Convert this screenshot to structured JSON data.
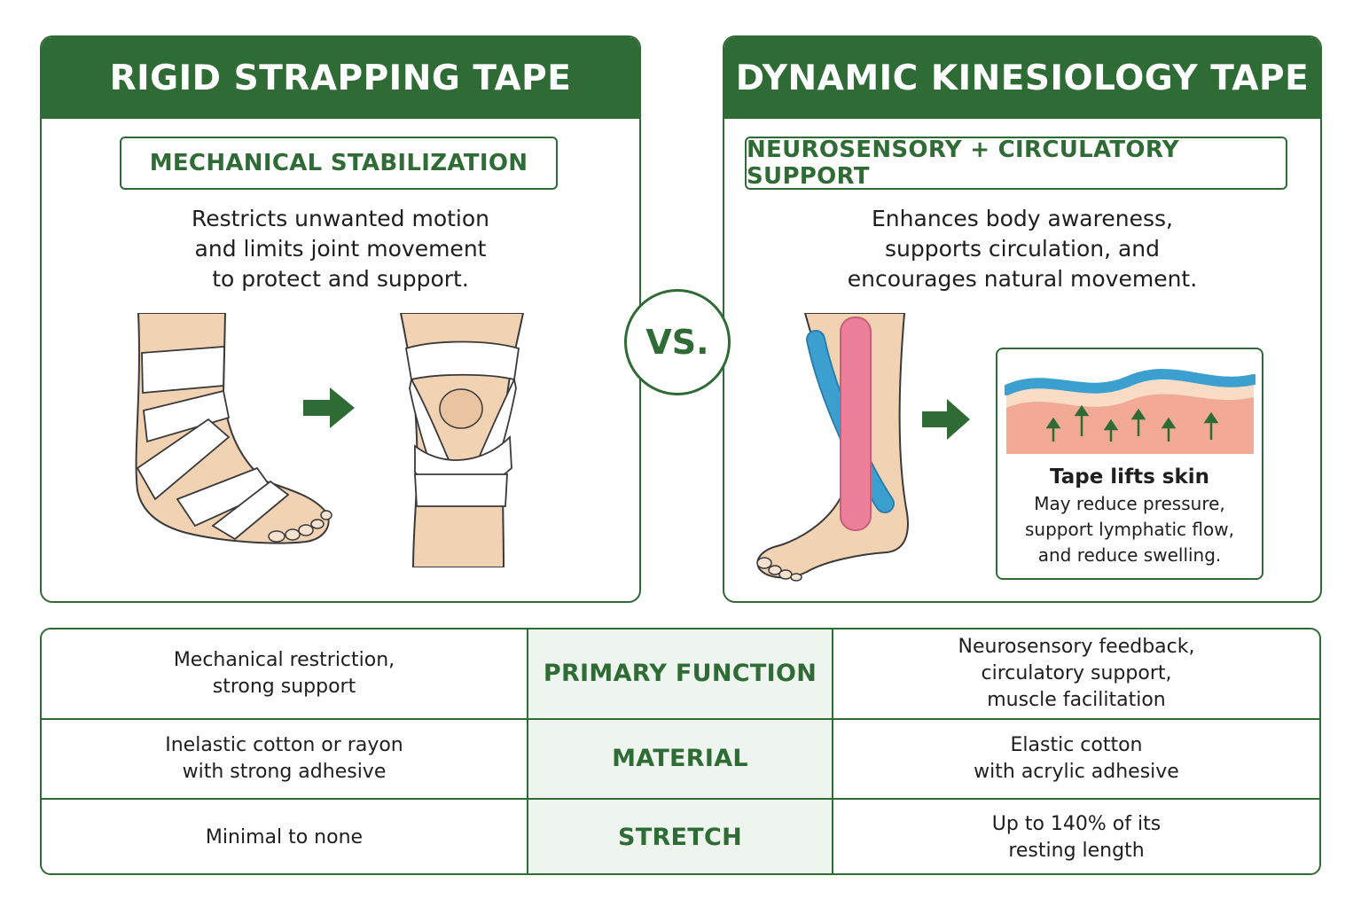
{
  "left_panel": {
    "title": "RIGID STRAPPING TAPE",
    "subtitle": "MECHANICAL STABILIZATION",
    "description": [
      "Restricts unwanted motion",
      "and limits joint movement",
      "to protect and support."
    ]
  },
  "vs_label": "VS.",
  "right_panel": {
    "title": "DYNAMIC KINESIOLOGY TAPE",
    "subtitle": "NEUROSENSORY + CIRCULATORY SUPPORT",
    "description": [
      "Enhances body awareness,",
      "supports circulation, and",
      "encourages natural movement."
    ],
    "inset": {
      "title": "Tape lifts skin",
      "body": [
        "May reduce pressure,",
        "support lymphatic flow,",
        "and reduce swelling."
      ]
    }
  },
  "comparison_table": {
    "rows": [
      {
        "left": [
          "Mechanical restriction,",
          "strong support"
        ],
        "label": "PRIMARY FUNCTION",
        "right": [
          "Neurosensory feedback,",
          "circulatory support,",
          "muscle facilitation"
        ]
      },
      {
        "left": [
          "Inelastic cotton or rayon",
          "with strong adhesive"
        ],
        "label": "MATERIAL",
        "right": [
          "Elastic cotton",
          "with acrylic adhesive"
        ]
      },
      {
        "left": [
          "Minimal to none"
        ],
        "label": "STRETCH",
        "right": [
          "Up to 140% of its",
          "resting length"
        ]
      }
    ]
  },
  "colors": {
    "brand_green": "#2f6b35",
    "skin": "#f1d2b3",
    "tape_white": "#ffffff",
    "kinesio_blue": "#3b9fcf",
    "kinesio_pink": "#ec7f9a"
  },
  "icons": [
    "arrow-right-icon",
    "up-arrow-icon"
  ]
}
